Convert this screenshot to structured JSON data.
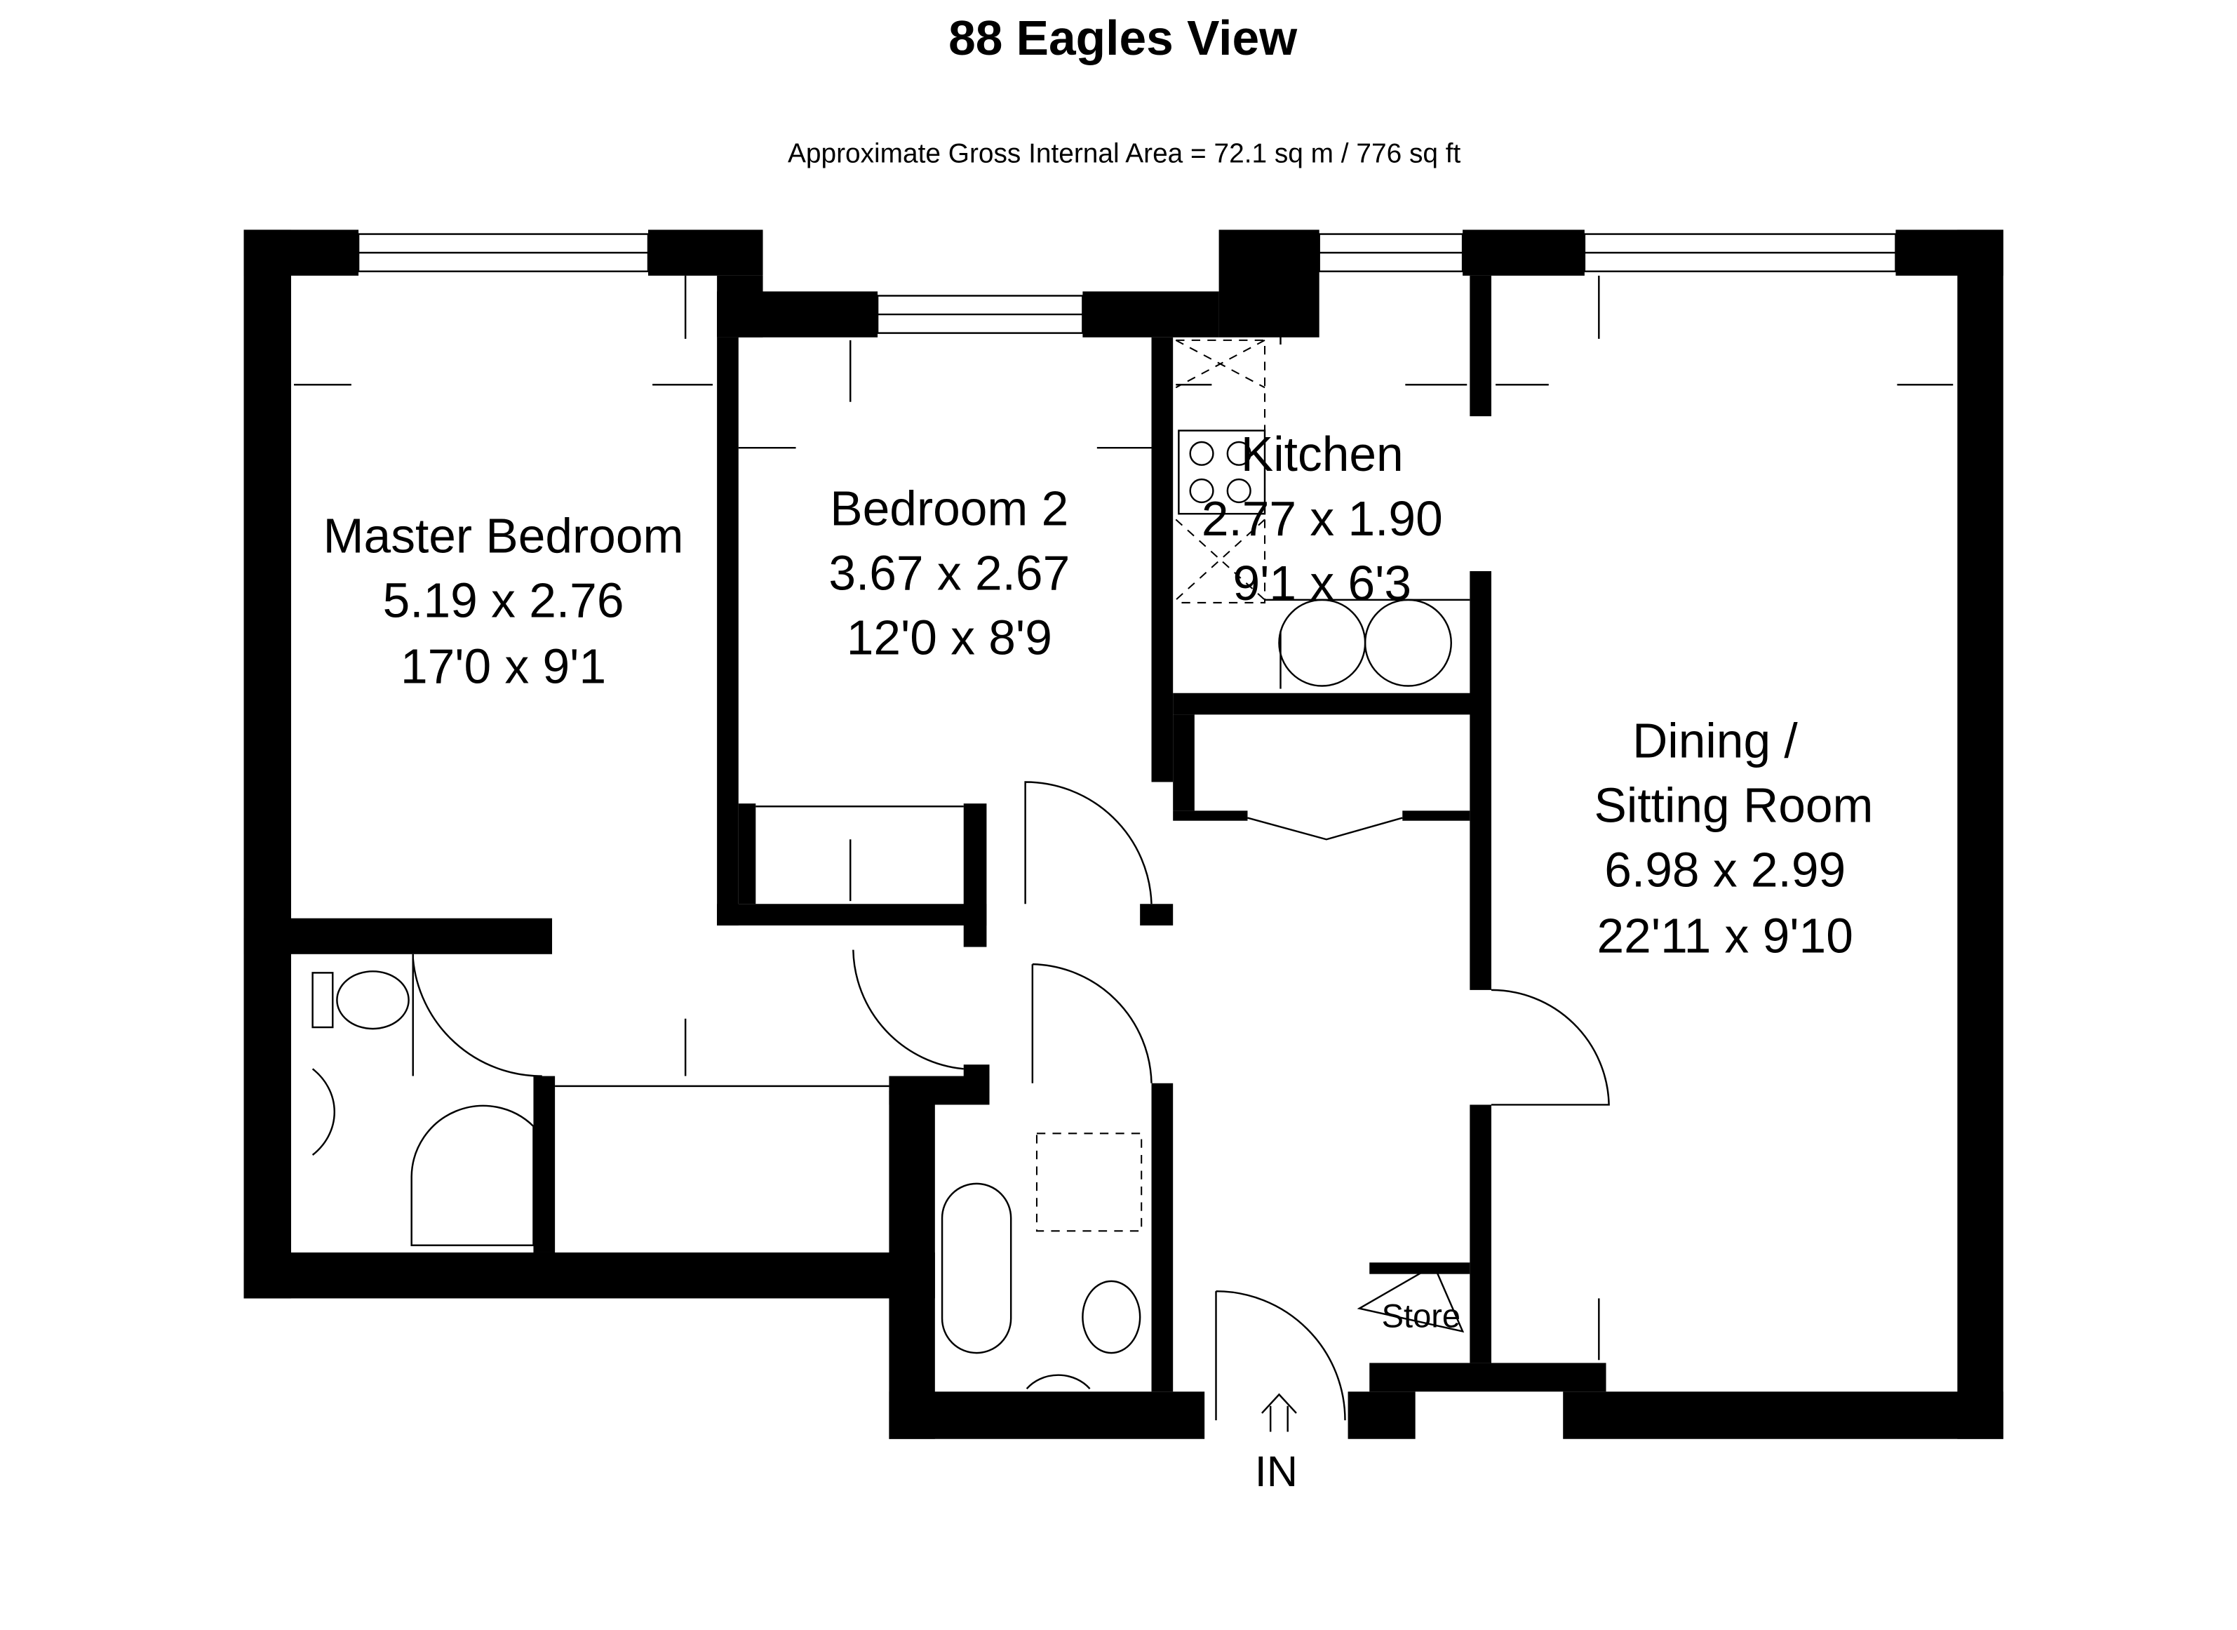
{
  "header": {
    "title": "88 Eagles View",
    "subtitle": "Approximate Gross Internal Area = 72.1 sq m / 776 sq ft"
  },
  "rooms": [
    {
      "name": "Master Bedroom",
      "metric": "5.19 x 2.76",
      "imperial": "17'0 x 9'1"
    },
    {
      "name": "Bedroom 2",
      "metric": "3.67 x 2.67",
      "imperial": "12'0 x 8'9"
    },
    {
      "name": "Kitchen",
      "metric": "2.77 x 1.90",
      "imperial": "9'1 x 6'3"
    },
    {
      "name_line1": "Dining /",
      "name_line2": "Sitting Room",
      "metric": "6.98 x 2.99",
      "imperial": "22'11 x 9'10"
    }
  ],
  "labels": {
    "store": "Store",
    "entrance": "IN"
  },
  "colors": {
    "wall": "#000000",
    "background": "#ffffff"
  }
}
